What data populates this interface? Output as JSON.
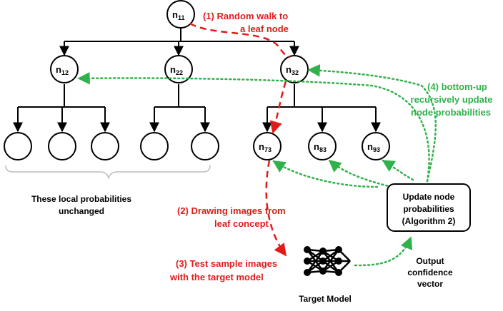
{
  "nodes": {
    "n11": {
      "base": "n",
      "sub": "11"
    },
    "n12": {
      "base": "n",
      "sub": "12"
    },
    "n22": {
      "base": "n",
      "sub": "22"
    },
    "n32": {
      "base": "n",
      "sub": "32"
    },
    "n73": {
      "base": "n",
      "sub": "73"
    },
    "n83": {
      "base": "n",
      "sub": "83"
    },
    "n93": {
      "base": "n",
      "sub": "93"
    }
  },
  "steps": {
    "step1": [
      "(1) Random walk to",
      "a leaf node"
    ],
    "step2": [
      "(2) Drawing images from",
      "leaf concept"
    ],
    "step3": [
      "(3) Test sample images",
      "with the target model"
    ],
    "step4": [
      "(4) bottom-up",
      "recursively update",
      "node probabilities"
    ]
  },
  "labels": {
    "unchanged": [
      "These local probabilities",
      "unchanged"
    ],
    "update_box": [
      "Update node",
      "probabilities",
      "(Algorithm 2)"
    ],
    "output": [
      "Output",
      "confidence",
      "vector"
    ],
    "target_model": "Target Model"
  },
  "colors": {
    "red": "#e11b1b",
    "green": "#2fb24b",
    "black": "#000000"
  }
}
